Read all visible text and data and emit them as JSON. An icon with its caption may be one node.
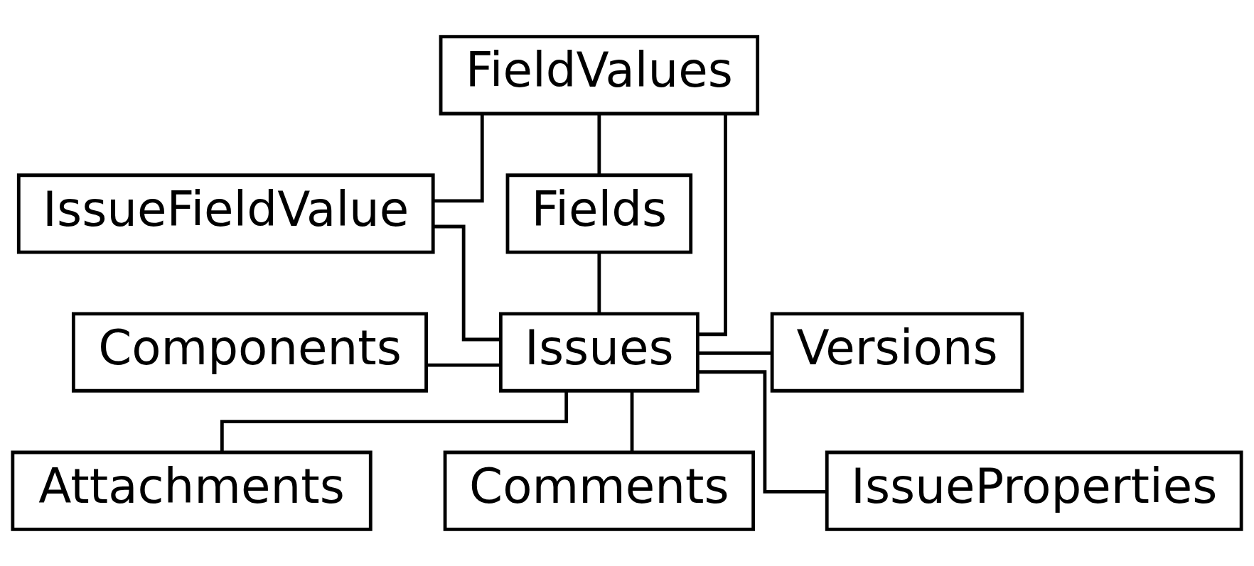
{
  "diagram": {
    "nodes": [
      {
        "text": [
          "FieldValues"
        ]
      },
      {
        "text": [
          "IssueFieldValue"
        ]
      },
      {
        "text": [
          "Fields"
        ]
      },
      {
        "text": [
          "Components"
        ]
      },
      {
        "text": [
          "Issues"
        ]
      },
      {
        "text": [
          "Versions"
        ]
      },
      {
        "text": [
          "Attachments"
        ]
      },
      {
        "text": [
          "Comments"
        ]
      },
      {
        "text": [
          "IssueProperties"
        ]
      }
    ],
    "edges": [
      {
        "from": 0,
        "to": 1,
        "arrow": "none"
      },
      {
        "from": 0,
        "to": 2,
        "arrow": "none"
      },
      {
        "from": 0,
        "to": 4,
        "arrow": "none"
      },
      {
        "from": 2,
        "to": 4,
        "arrow": "none"
      },
      {
        "from": 1,
        "to": 4,
        "arrow": "none"
      },
      {
        "from": 3,
        "to": 4,
        "arrow": "none"
      },
      {
        "from": 4,
        "to": 5,
        "arrow": "none"
      },
      {
        "from": 4,
        "to": 6,
        "arrow": "none"
      },
      {
        "from": 4,
        "to": 7,
        "arrow": "none"
      },
      {
        "from": 4,
        "to": 8,
        "arrow": "none"
      }
    ]
  }
}
